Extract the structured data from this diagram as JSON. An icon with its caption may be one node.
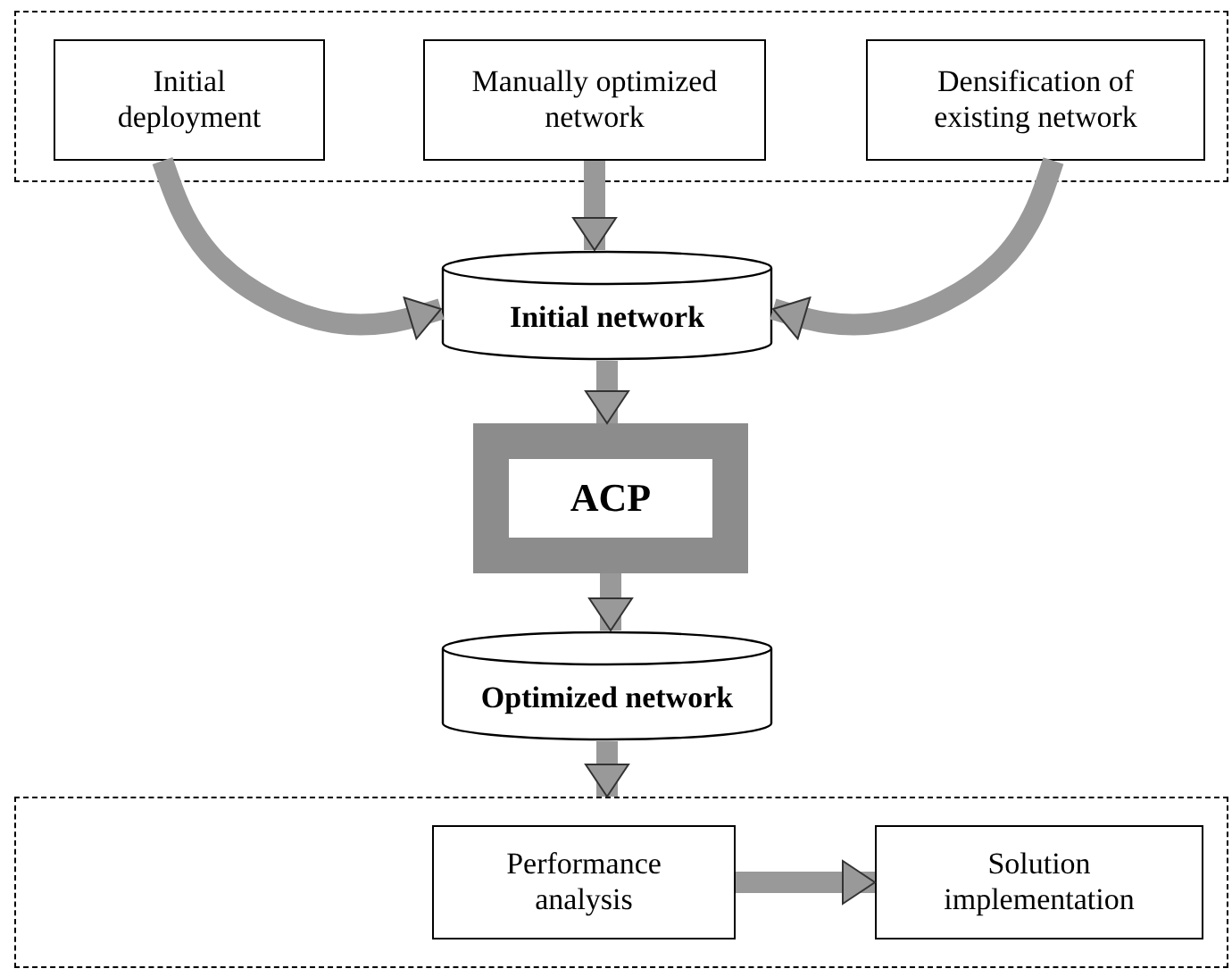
{
  "diagram": {
    "nodes": [
      {
        "text": [],
        "shape": "box"
      },
      {
        "text": [
          "Initial deployment"
        ],
        "in": 0
      },
      {
        "text": [
          "Manually optimized network"
        ],
        "in": 0
      },
      {
        "text": [
          "Densification of existing network"
        ],
        "in": 0
      },
      {
        "text": [
          "Initial network"
        ]
      },
      {
        "text": [
          "ACP"
        ]
      },
      {
        "text": [
          "Optimized network"
        ]
      },
      {
        "text": [],
        "shape": "box"
      },
      {
        "text": [
          "Performance analysis"
        ],
        "in": 7
      },
      {
        "text": [
          "Solution implementation"
        ],
        "in": 7
      }
    ],
    "edges": [
      {
        "from": 1,
        "to": 4,
        "arrow": "to"
      },
      {
        "from": 2,
        "to": 4,
        "arrow": "to"
      },
      {
        "from": 3,
        "to": 4,
        "arrow": "to"
      },
      {
        "from": 4,
        "to": 5,
        "arrow": "to"
      },
      {
        "from": 5,
        "to": 6,
        "arrow": "to"
      },
      {
        "from": 6,
        "to": 7,
        "arrow": "to"
      },
      {
        "from": 8,
        "to": 9,
        "arrow": "to"
      }
    ]
  }
}
